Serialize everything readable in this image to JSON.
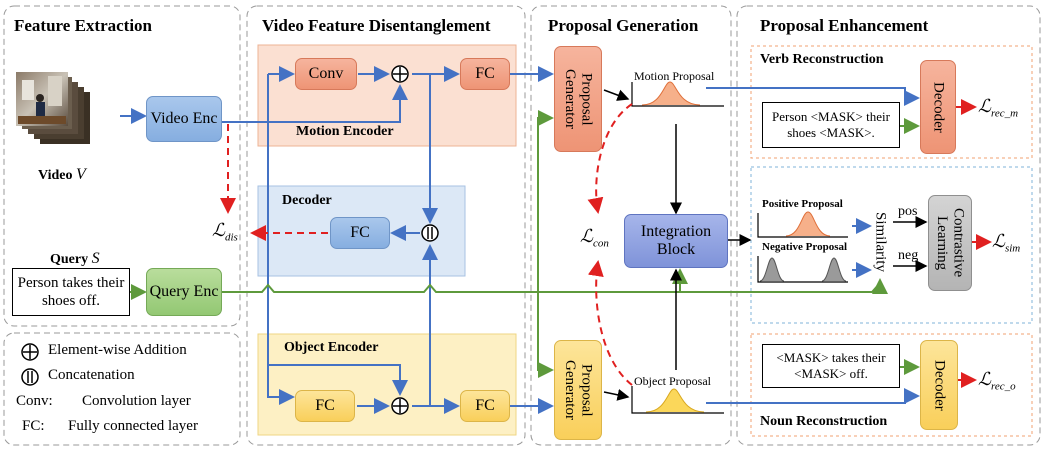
{
  "sections": {
    "feature_extraction": "Feature Extraction",
    "video_disentanglement": "Video Feature Disentanglement",
    "proposal_generation": "Proposal Generation",
    "proposal_enhancement": "Proposal Enhancement"
  },
  "feature": {
    "video_label": "Video",
    "video_symbol": "V",
    "video_enc": "Video Enc",
    "query_label": "Query",
    "query_symbol": "S",
    "query_text": "Person takes their shoes off.",
    "query_enc": "Query Enc"
  },
  "legend": {
    "addition": "Element-wise Addition",
    "concatenation": "Concatenation",
    "conv_key": "Conv:",
    "conv_desc": "Convolution layer",
    "fc_key": "FC:",
    "fc_desc": "Fully connected layer"
  },
  "disentangle": {
    "motion_encoder": "Motion Encoder",
    "decoder": "Decoder",
    "object_encoder": "Object Encoder",
    "conv": "Conv",
    "fc": "FC"
  },
  "generation": {
    "proposal_generator": "Proposal Generator",
    "motion_proposal": "Motion Proposal",
    "object_proposal": "Object Proposal",
    "integration_block": "Integration Block"
  },
  "enhancement": {
    "verb_reconstruction": "Verb Reconstruction",
    "verb_text": "Person <MASK> their shoes <MASK>.",
    "decoder": "Decoder",
    "positive_proposal": "Positive Proposal",
    "negative_proposal": "Negative Proposal",
    "similarity": "Similarity",
    "pos": "pos",
    "neg": "neg",
    "contrastive_learning": "Contrastive Learning",
    "noun_text": "<MASK> takes their <MASK> off.",
    "noun_reconstruction": "Noun Reconstruction"
  },
  "losses": {
    "dis": "dis",
    "con": "con",
    "rec_m": "rec_m",
    "sim": "sim",
    "rec_o": "rec_o"
  },
  "colors": {
    "blue_arrow": "#4472c4",
    "green_arrow": "#5e9a3c",
    "red_dashed": "#e02020",
    "motion_fill": "#fbe0d2",
    "decoder_fill": "#dce8f6",
    "object_fill": "#fdf0c4"
  }
}
